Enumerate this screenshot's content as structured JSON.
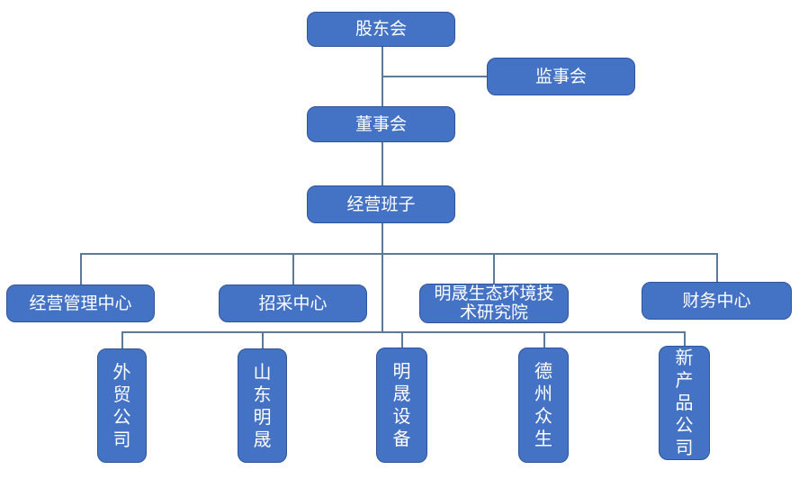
{
  "diagram": {
    "type": "org-chart",
    "colors": {
      "background": "#ffffff",
      "node_fill": "#4472C4",
      "node_border": "#2F5597",
      "connector": "#5b7a99",
      "text": "#ffffff"
    },
    "nodes": {
      "shareholders": {
        "label": "股东会"
      },
      "supervisory": {
        "label": "监事会"
      },
      "board": {
        "label": "董事会"
      },
      "management": {
        "label": "经营班子"
      },
      "ops": {
        "label": "经营管理中心"
      },
      "procurement": {
        "label": "招采中心"
      },
      "research": {
        "label": "明晟生态环境技\n术研究院"
      },
      "finance": {
        "label": "财务中心"
      },
      "foreign_trade": {
        "label": "外\n贸\n公\n司"
      },
      "shandong_mingsheng": {
        "label": "山\n东\n明\n晟"
      },
      "mingsheng_equipment": {
        "label": "明\n晟\n设\n备"
      },
      "dezhou_zhongsheng": {
        "label": "德\n州\n众\n生"
      },
      "new_products": {
        "label": "新\n产\n品\n公\n司"
      }
    },
    "edges": [
      {
        "from": "shareholders",
        "to": "board"
      },
      {
        "from": "shareholders",
        "to": "supervisory"
      },
      {
        "from": "board",
        "to": "management"
      },
      {
        "from": "management",
        "to": "ops"
      },
      {
        "from": "management",
        "to": "procurement"
      },
      {
        "from": "management",
        "to": "research"
      },
      {
        "from": "management",
        "to": "finance"
      },
      {
        "from": "management",
        "to": "foreign_trade"
      },
      {
        "from": "management",
        "to": "shandong_mingsheng"
      },
      {
        "from": "management",
        "to": "mingsheng_equipment"
      },
      {
        "from": "management",
        "to": "dezhou_zhongsheng"
      },
      {
        "from": "management",
        "to": "new_products"
      }
    ]
  }
}
